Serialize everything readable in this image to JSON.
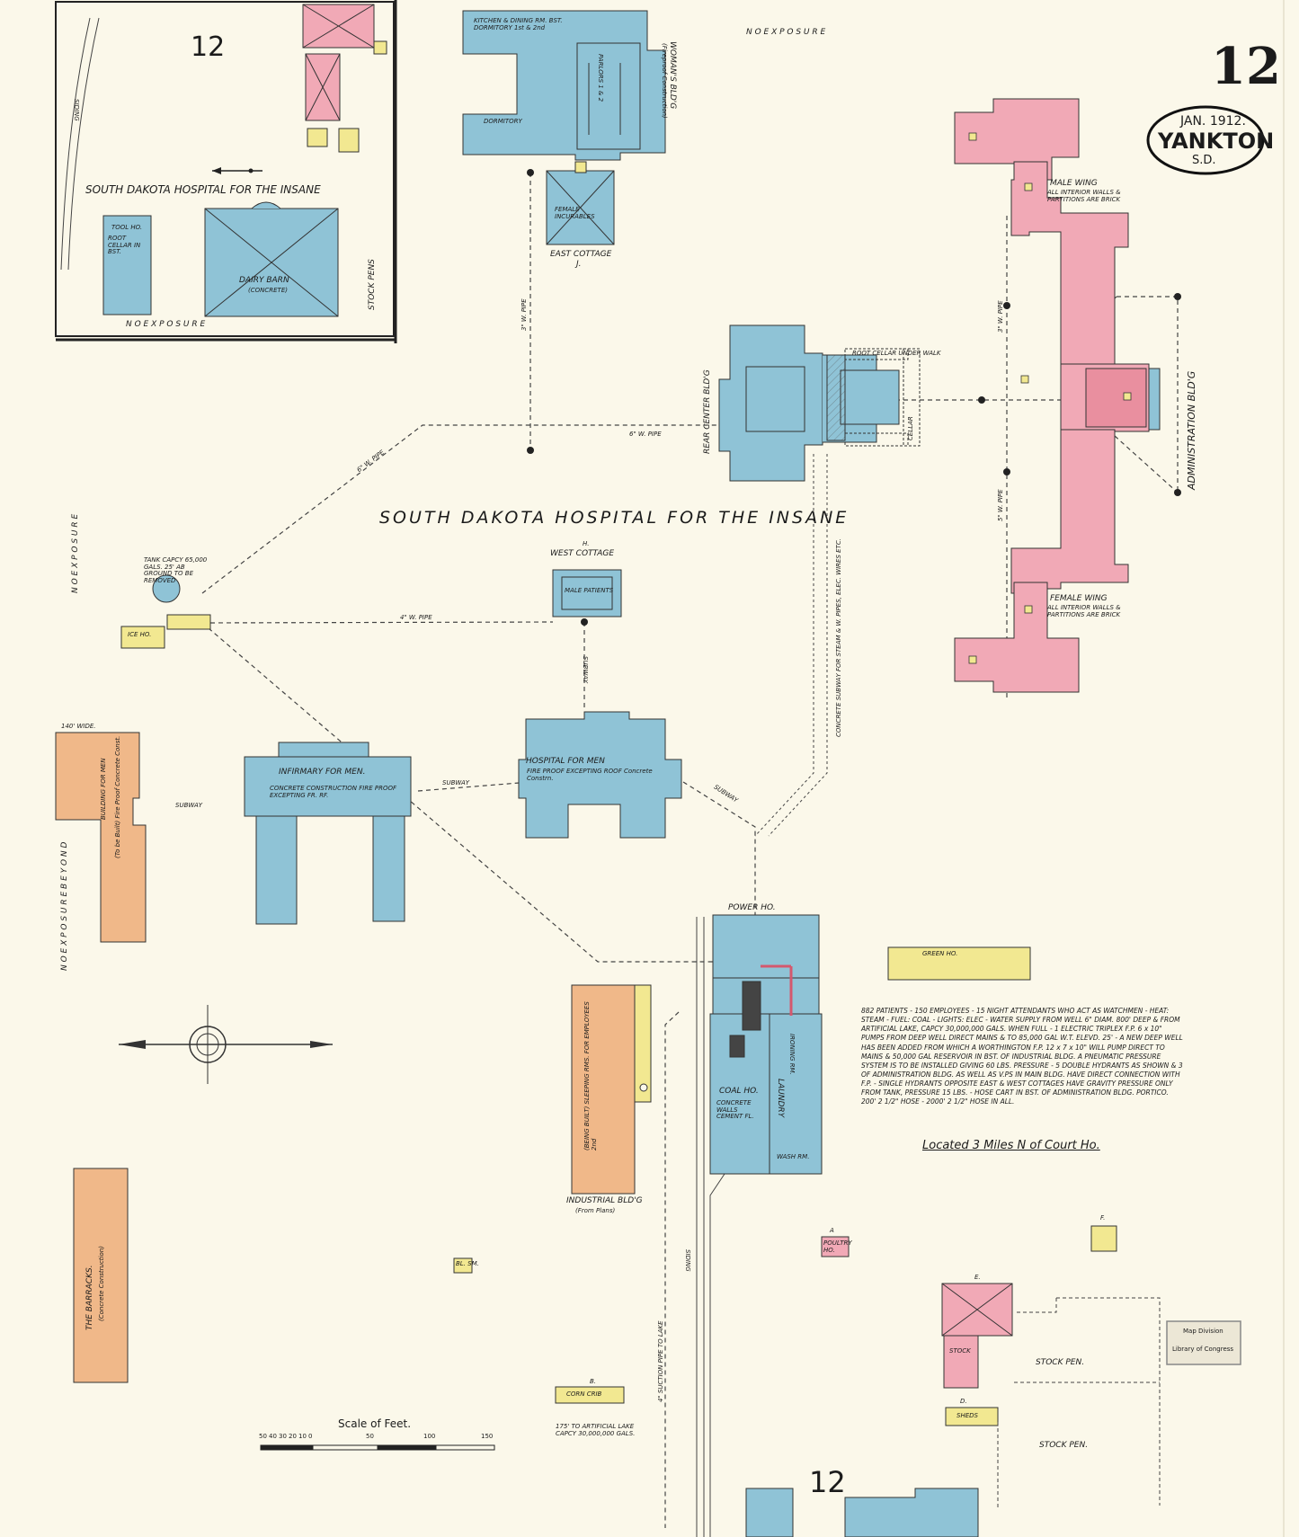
{
  "map": {
    "sheet_number": "12",
    "inset_sheet_number": "12",
    "bottom_sheet_number": "12",
    "date": "JAN. 1912.",
    "city": "YANKTON",
    "state": "S.D.",
    "main_title": "SOUTH DAKOTA HOSPITAL FOR THE INSANE",
    "inset_title": "SOUTH DAKOTA HOSPITAL FOR THE INSANE",
    "location_note": "Located 3 Miles N of Court Ho.",
    "scale_title": "Scale of Feet.",
    "scale_ticks": [
      "50",
      "40",
      "30",
      "20",
      "10",
      "0",
      "50",
      "100",
      "150"
    ],
    "no_exposure_top": "N O   E X P O S U R E",
    "no_exposure_left": "N O   E X P O S U R E",
    "no_exposure_inset": "N O   E X P O S U R E",
    "exposure_beyond": "N O   E X P O S U R E   B E Y O N D",
    "stamp_line1": "Map Division",
    "stamp_line2": "Library of Congress",
    "notes": "882 PATIENTS - 150 EMPLOYEES - 15 NIGHT ATTENDANTS WHO ACT AS WATCHMEN - HEAT: STEAM - FUEL: COAL - LIGHTS: ELEC - WATER SUPPLY FROM WELL 6\" DIAM. 800' DEEP & FROM ARTIFICIAL LAKE, CAPCY 30,000,000 GALS. WHEN FULL - 1 ELECTRIC TRIPLEX F.P. 6 x 10\" PUMPS FROM DEEP WELL DIRECT MAINS & TO 85,000 GAL W.T. ELEVD. 25' - A NEW DEEP WELL HAS BEEN ADDED FROM WHICH A WORTHINGTON F.P. 12 x 7 x 10\" WILL PUMP DIRECT TO MAINS & 50,000 GAL RESERVOIR IN BST. OF INDUSTRIAL BLDG. A PNEUMATIC PRESSURE SYSTEM IS TO BE INSTALLED GIVING 60 LBS. PRESSURE - 5 DOUBLE HYDRANTS AS SHOWN & 3 OF ADMINISTRATION BLDG. AS WELL AS V.PS IN MAIN BLDG. HAVE DIRECT CONNECTION WITH F.P. - SINGLE HYDRANTS OPPOSITE EAST & WEST COTTAGES HAVE GRAVITY PRESSURE ONLY FROM TANK, PRESSURE 15 LBS. - HOSE CART IN BST. OF ADMINISTRATION BLDG. PORTICO. 200' 2 1/2\" HOSE - 2000' 2 1/2\" HOSE IN ALL."
  },
  "buildings": {
    "womans_bldg": "WOMAN'S BLD'G",
    "womans_sub": "(Fireproof Construction)",
    "kitchen": "KITCHEN & DINING RM. BST. DORMITORY 1st & 2nd",
    "dormitory": "DORMITORY",
    "parlors": "PARLORS 1 & 2",
    "female_incurables": "FEMALE INCURABLES",
    "east_cottage": "EAST COTTAGE",
    "east_cottage_letter": "J.",
    "rear_center": "REAR CENTER BLD'G",
    "male_wing": "MALE WING",
    "male_wing_sub": "ALL INTERIOR WALLS & PARTITIONS ARE BRICK",
    "female_wing": "FEMALE WING",
    "female_wing_sub": "ALL INTERIOR WALLS & PARTITIONS ARE BRICK",
    "admin": "ADMINISTRATION BLD'G",
    "west_cottage": "WEST COTTAGE",
    "west_cottage_letter": "H.",
    "west_cottage_inner": "MALE PATIENTS",
    "hospital_men": "HOSPITAL FOR MEN",
    "hospital_men_sub": "FIRE PROOF EXCEPTING ROOF Concrete Constrn.",
    "infirmary_men": "INFIRMARY FOR MEN.",
    "infirmary_sub": "CONCRETE CONSTRUCTION FIRE PROOF EXCEPTING FR. RF.",
    "building_men": "BUILDING FOR MEN",
    "building_men_sub": "(To be Built) Fire Proof Concrete Const.",
    "width_note": "140' WIDE.",
    "power_ho": "POWER HO.",
    "coal_ho": "COAL HO.",
    "coal_sub": "CONCRETE WALLS CEMENT FL.",
    "laundry": "LAUNDRY",
    "wash_rm": "WASH RM.",
    "ironing": "IRONING RM.",
    "green_ho": "GREEN HO.",
    "industrial": "INDUSTRIAL BLD'G",
    "industrial_sub": "(From Plans)",
    "industrial_inner": "(BEING BUILT) SLEEPING RMS. FOR EMPLOYEES 2nd",
    "barracks": "THE BARRACKS.",
    "barracks_sub": "(Concrete Construction)",
    "ice_ho": "ICE HO.",
    "tank_note": "TANK CAPCY 65,000 GALS. 25' AB GROUND TO BE REMOVED",
    "corn_crib": "CORN CRIB",
    "corn_letter": "B.",
    "lake_note": "175' TO ARTIFICIAL LAKE CAPCY 30,000,000 GALS.",
    "poultry": "POULTRY HO.",
    "poultry_letter": "A",
    "sheds": "SHEDS",
    "stock": "STOCK",
    "stock_pen1": "STOCK PEN.",
    "stock_pen2": "STOCK PEN.",
    "bl_smith": "BL. SM.",
    "tool_ho": "TOOL HO.",
    "tool_sub": "ROOT CELLAR IN BST.",
    "dairy_barn": "DAIRY BARN",
    "dairy_sub": "(CONCRETE)",
    "stock_pens_inset": "STOCK PENS",
    "letter_e": "E.",
    "letter_d": "D.",
    "letter_f": "F."
  },
  "pipes": {
    "w6_upper": "6\" W. PIPE",
    "w6_mid": "6\" W. PIPE",
    "w4": "4\" W. PIPE",
    "w3": "3\" W. PIPE",
    "w3_right": "3\" W. PIPE",
    "w5_right": "5\" W. PIPE",
    "subway1": "SUBWAY",
    "subway2": "SUBWAY",
    "subway3": "SUBWAY",
    "subway_v": "SUBWAY",
    "concrete_subway": "CONCRETE SUBWAY FOR STEAM & W. PIPES, ELEC. WIRES ETC.",
    "siding": "SIDING",
    "siding_inset": "SIDING",
    "suction": "4\" SUCTION PIPE TO LAKE",
    "root_cellar": "ROOT CELLAR UNDER WALK",
    "cellar": "CELLAR"
  },
  "colors": {
    "paper": "#fbf8ea",
    "fireproof": "#8fc3d6",
    "brick": "#f1a9b6",
    "frame": "#f2e891",
    "adobe": "#f0b889"
  },
  "compass": {
    "north_icon": "compass-rose-icon"
  }
}
